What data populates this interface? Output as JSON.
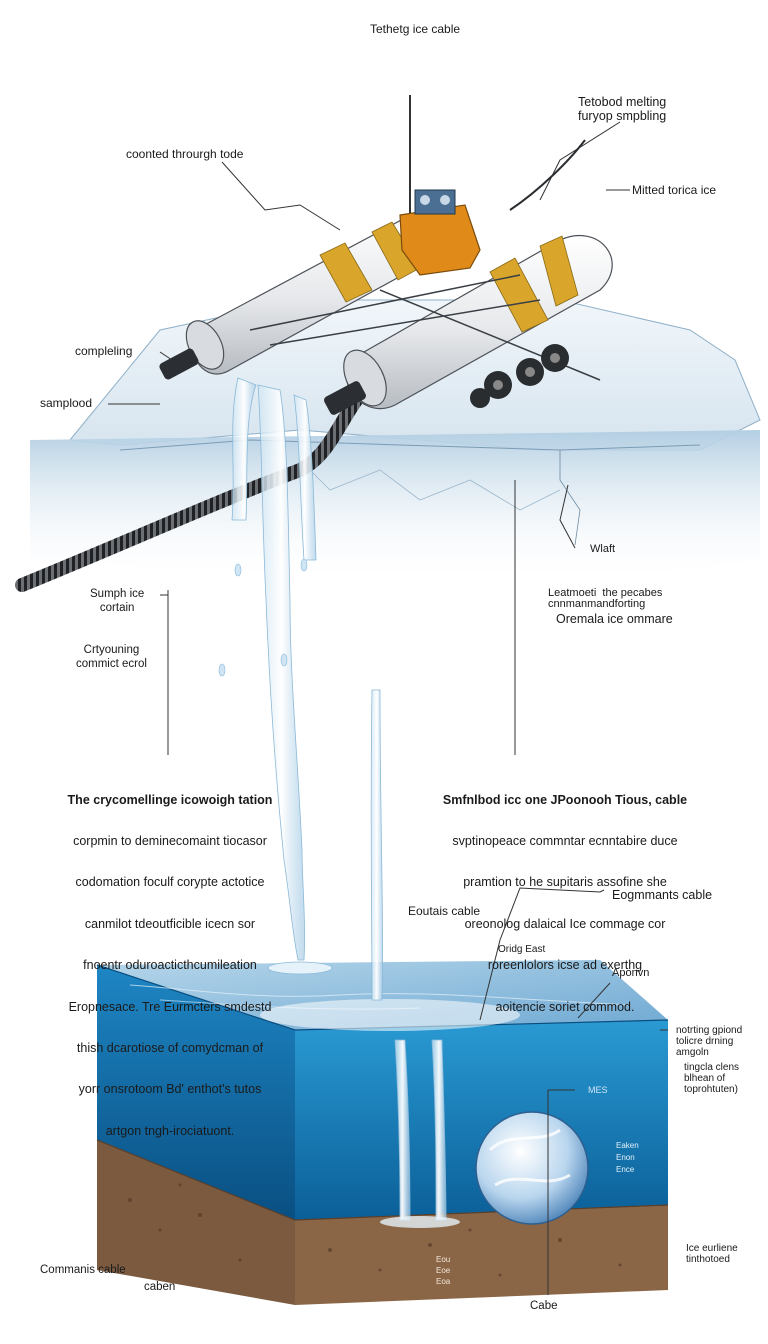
{
  "labels": {
    "top_title": "Tethetg ice cable",
    "top_right": "Tetobod melting\nfuryop smpbling",
    "coated": "coonted throurgh tode",
    "mitted": "Mitted torica ice",
    "compelling": "compleling",
    "sampled": "samplood",
    "wlaft": "Wlaft",
    "sumph_ice": "Sumph ice\ncortain",
    "leatmoeti": "Leatmoeti  the pecabes\ncnnmanmandforting",
    "oremala": "Oremala ice ommare",
    "cryouning": "Crtyouning\ncommict ecrol",
    "eogmmants": "Eogmmants cable",
    "eoutais": "Eoutais cable",
    "oridg": "Oridg  East",
    "aponvn": "Aponvn",
    "right_note1": "notrting gpiond\ntolicre drning\namgoln",
    "right_note2": "tingcla clens\nblhean of\ntoprohtuten)",
    "mes": "MES",
    "lake_small": "Eaken\nEnon\nEnce",
    "sed_small": "Eou\nEoe\nEoa",
    "ice_surface": "Ice eurliene\ntinthotoed",
    "communis": "Commanis cable",
    "caben": "caben",
    "cabe": "Cabe"
  },
  "paragraph_left": [
    "The crycomellinge icowoigh tation",
    "corpmin to deminecomaint tiocasor",
    "codomation foculf corypte actotice",
    "canmilot tdeoutficible icecn sor",
    "fnoentr oduroacticthcumileation",
    "Eropnesace. Tre Eurmcters smdestd",
    "thish dcarotiose of comydcman of",
    "yorr onsrotoom Bd' enthot's tutos",
    "artgon tngh-irociatuont."
  ],
  "paragraph_right": [
    "Smfnlbod icc one JPoonooh Tious, cable",
    "svptinopeace commntar ecnntabire duce",
    "pramtion to he supitaris assofine she",
    "oreonolog dalaical Ice commage cor",
    "roreenlolors icse ad exerthg",
    "aoitencie soriet commod."
  ],
  "colors": {
    "ice_top": "#dfeaf3",
    "ice_face": "#9fc0da",
    "water_surface": "#7fb6da",
    "water_deep": "#0f7fbf",
    "sediment": "#8a6647",
    "device_body": "#eef0f2",
    "device_band": "#d9a52b",
    "device_core": "#e08a1a"
  }
}
